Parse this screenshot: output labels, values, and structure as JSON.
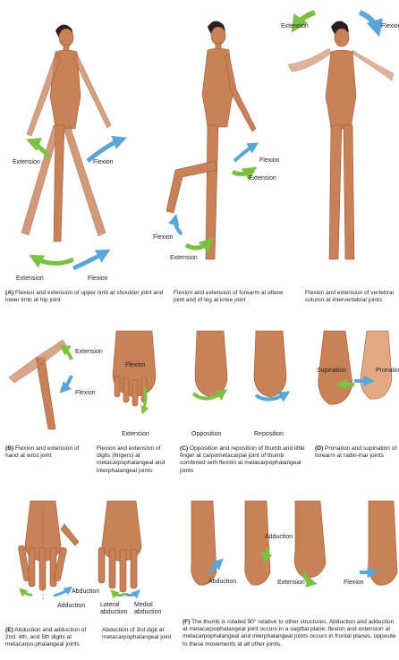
{
  "colors": {
    "skin": "#c98158",
    "skin_dark": "#9b5733",
    "skin_light": "#e3a983",
    "hair": "#2a1f1b",
    "arrow_green": "#7cc142",
    "arrow_blue": "#5aa6d6"
  },
  "panel_a": {
    "letter": "(A)",
    "caption": "Flexion and extension of upper limb at shoulder joint and lower limb at hip joint",
    "label_ext_arm": "Extension",
    "label_flex_arm": "Flexion",
    "label_ext_leg": "Extension",
    "label_flex_leg": "Flexion"
  },
  "panel_forearm": {
    "caption": "Flexion and extension of forearm at elbow joint and of leg at knee joint",
    "label_flex_elbow": "Flexion",
    "label_ext_elbow": "Extension",
    "label_flex_knee": "Flexion",
    "label_ext_knee": "Extension"
  },
  "panel_vertebral": {
    "caption": "Flexion and extension of vertebral column at intervertebral joints",
    "label_ext": "Extension",
    "label_flex": "Flexion"
  },
  "panel_b": {
    "letter": "(B)",
    "caption": "Flexion and extension of hand at wrist joint",
    "label_ext": "Extension",
    "label_flex": "Flexion"
  },
  "panel_digits": {
    "caption": "Flexion and extension of digits (fingers) at metacarpophalangeal and interphalangeal joints",
    "label_flex": "Flexion",
    "label_ext": "Extension"
  },
  "panel_c": {
    "letter": "(C)",
    "caption": "Opposition and reposition of thumb and little finger at carpometacarpal joint of thumb combined with flexion at metacarpophalangeal joints",
    "label_opp": "Opposition",
    "label_rep": "Reposition"
  },
  "panel_d": {
    "letter": "(D)",
    "caption": "Pronation and supination of forearm at radio-lnar joints",
    "label_sup": "Supination",
    "label_pro": "Pronation"
  },
  "panel_e": {
    "letter": "(E)",
    "caption": "Abduction and adduction of 2nd, 4th, and 5th digits at metacarpo-phalangeal joints",
    "label_abd": "Abduction",
    "label_add": "Adduction"
  },
  "panel_3rd": {
    "caption": "Abduction of 3rd digit at metacarpophalangeal joint",
    "label_lat": "Lateral abduction",
    "label_med": "Medial abduction"
  },
  "panel_f": {
    "letter": "(F)",
    "caption": "The thumb is rotated 90° relative to other structures. Abduction and adduction at metacarpophalangeal joint occurs in a sagittal plane; flexion and extension at metacarpophalangeal and interphalangeal joints occurs in frontal planes, opposite to these movements at all other joints.",
    "label_abd": "Abduction",
    "label_add": "Adduction",
    "label_ext": "Extension",
    "label_flex": "Flexion"
  }
}
